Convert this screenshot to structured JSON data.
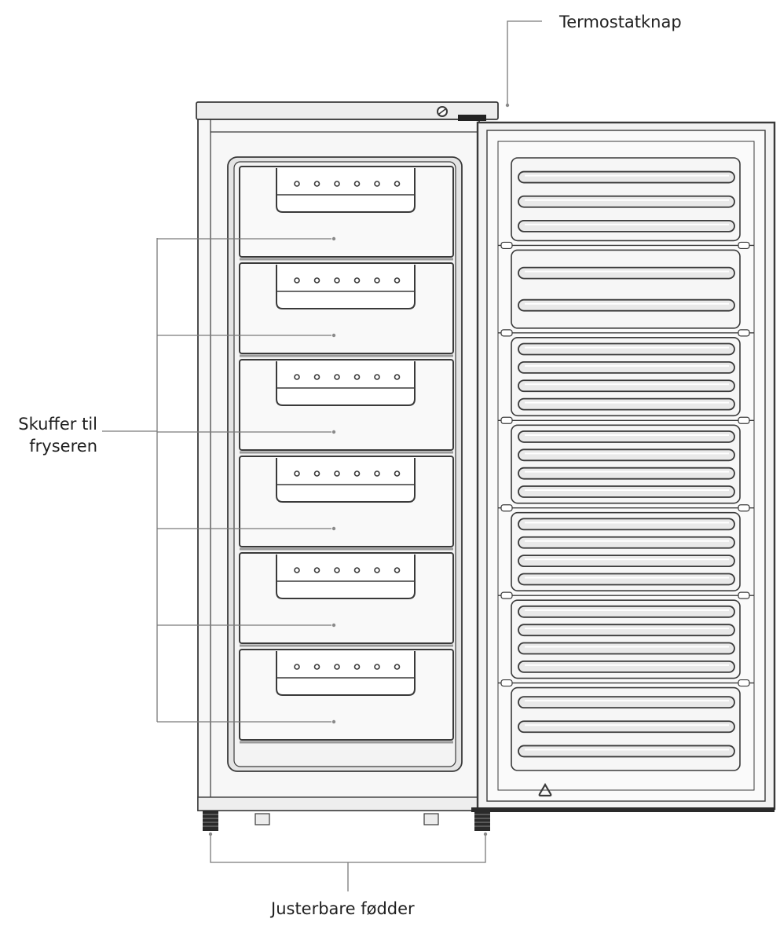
{
  "labels": {
    "thermostat": "Termostatknap",
    "drawers_line1": "Skuffer til",
    "drawers_line2": "fryseren",
    "feet": "Justerbare fødder"
  },
  "freezer": {
    "drawer_count": 6,
    "holes_per_handle": 6
  },
  "door": {
    "shelf_groups": [
      3,
      2,
      4,
      4,
      4,
      4,
      3
    ]
  },
  "colors": {
    "line": "#3a3a3a",
    "leader": "#7a7a7a",
    "panel": "#f3f3f3",
    "panel_dark": "#e4e4e4",
    "text": "#1f1f1f"
  }
}
